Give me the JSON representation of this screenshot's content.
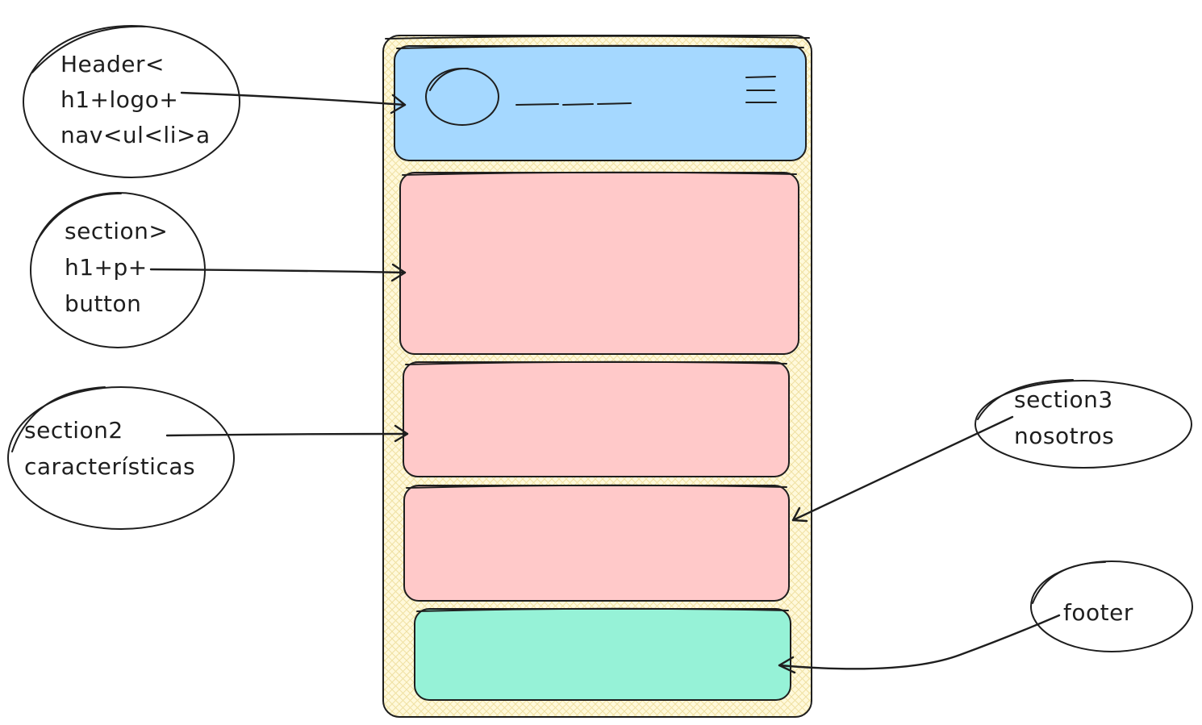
{
  "colors": {
    "phone_frame": "#fff9db",
    "phone_hatch": "#f0e2a0",
    "header_block": "#a5d8ff",
    "section_block": "#ffc9c9",
    "footer_block": "#96f2d7",
    "ink": "#1e1e1e"
  },
  "annotations": {
    "header": {
      "lines": [
        "Header<",
        "h1+logo+",
        "nav<ul<li>a"
      ],
      "icons": [
        "logo-circle-icon",
        "hamburger-menu-icon"
      ]
    },
    "section1": {
      "lines": [
        "section>",
        "h1+p+",
        "button"
      ]
    },
    "section2": {
      "lines": [
        "section2",
        "características"
      ]
    },
    "section3": {
      "lines": [
        "section3",
        "nosotros"
      ]
    },
    "footer": {
      "lines": [
        "footer"
      ]
    }
  }
}
